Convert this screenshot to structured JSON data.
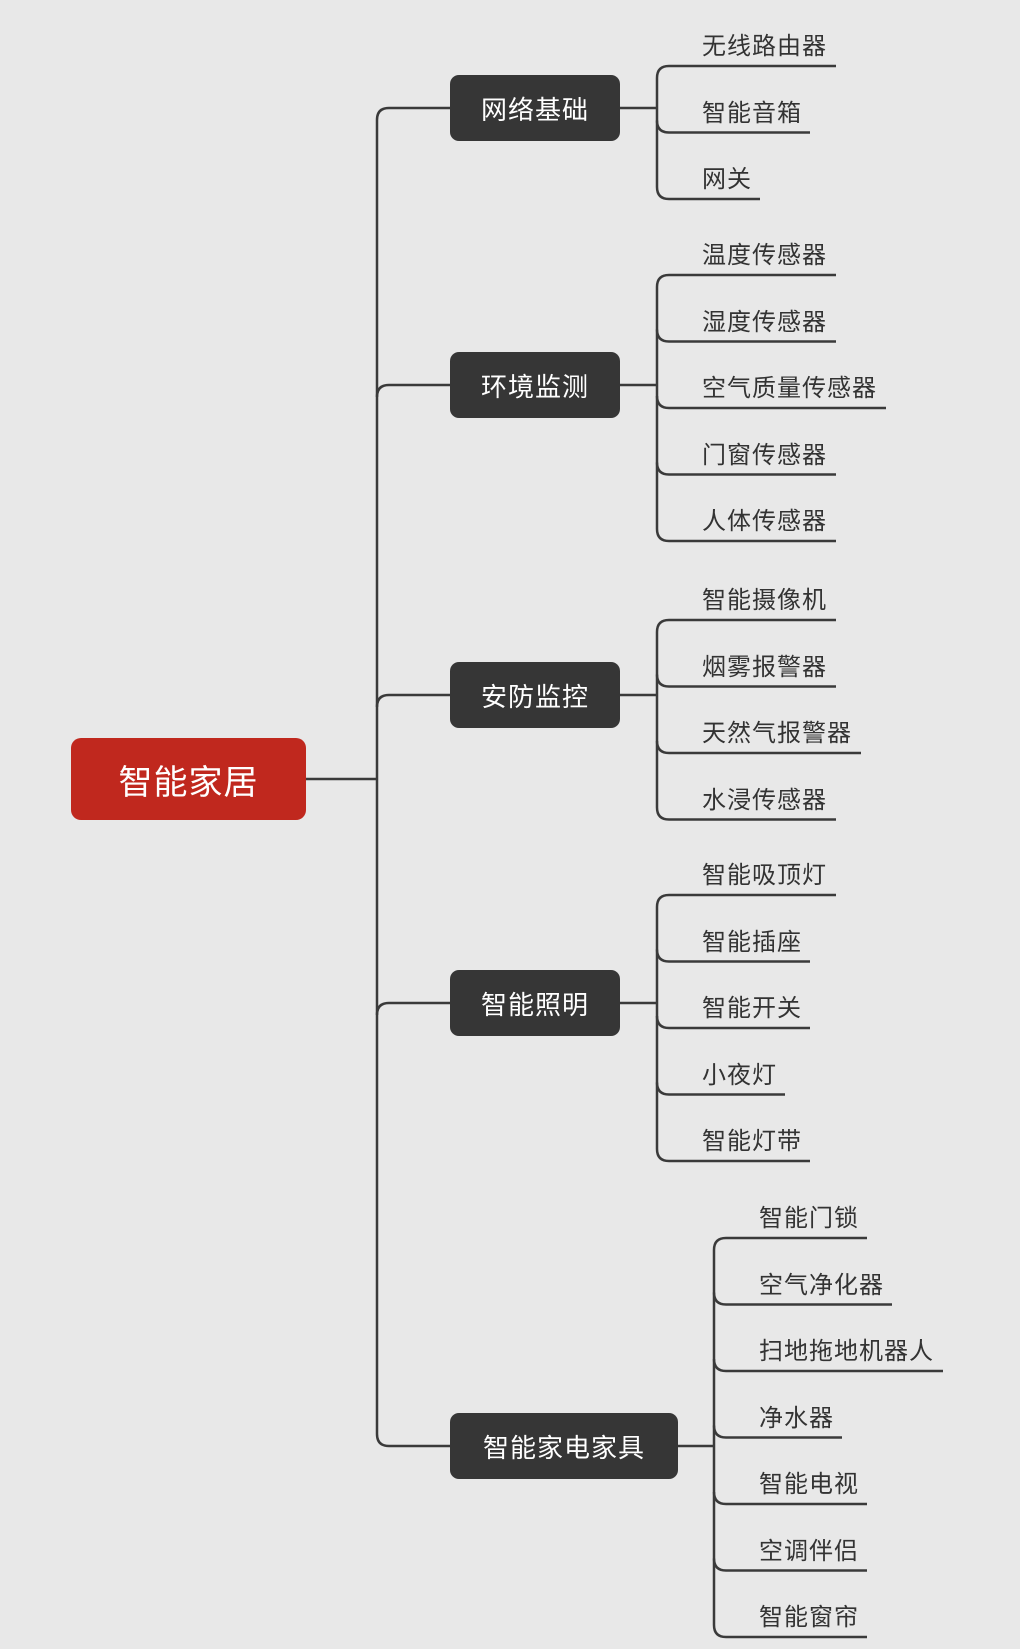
{
  "colors": {
    "background": "#e8e8e8",
    "root": "#c0281e",
    "category": "#363636",
    "line": "#3a3a3a",
    "leaf_text": "#333333"
  },
  "root": {
    "label": "智能家居"
  },
  "categories": [
    {
      "label": "网络基础",
      "items": [
        "无线路由器",
        "智能音箱",
        "网关"
      ]
    },
    {
      "label": "环境监测",
      "items": [
        "温度传感器",
        "湿度传感器",
        "空气质量传感器",
        "门窗传感器",
        "人体传感器"
      ]
    },
    {
      "label": "安防监控",
      "items": [
        "智能摄像机",
        "烟雾报警器",
        "天然气报警器",
        "水浸传感器"
      ]
    },
    {
      "label": "智能照明",
      "items": [
        "智能吸顶灯",
        "智能插座",
        "智能开关",
        "小夜灯",
        "智能灯带"
      ]
    },
    {
      "label": "智能家电家具",
      "items": [
        "智能门锁",
        "空气净化器",
        "扫地拖地机器人",
        "净水器",
        "智能电视",
        "空调伴侣",
        "智能窗帘"
      ]
    }
  ]
}
